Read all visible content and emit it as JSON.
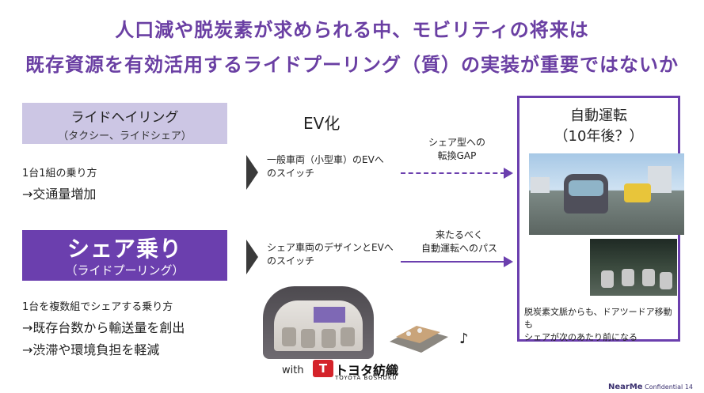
{
  "title": {
    "line1": "人口減や脱炭素が求められる中、モビリティの将来は",
    "line2": "既存資源を有効活用するライドプーリング（質）の実装が重要ではないか"
  },
  "left": {
    "box1": {
      "label": "ライドヘイリング",
      "sub": "（タクシー、ライドシェア）"
    },
    "note1": {
      "small": "1台1組の乗り方",
      "big": "→交通量増加"
    },
    "box2": {
      "label": "シェア乗り",
      "sub": "（ライドプーリング）"
    },
    "note2": {
      "small": "1台を複数組でシェアする乗り方",
      "line1": "→既存台数から輸送量を創出",
      "line2": "→渋滞や環境負担を軽減"
    }
  },
  "middle": {
    "heading": "EV化",
    "text1": {
      "line1": "一般車両（小型車）のEVへ",
      "line2": "のスイッチ"
    },
    "text2": {
      "line1": "シェア車両のデザインとEVへ",
      "line2": "のスイッチ"
    },
    "arrow1": {
      "line1": "シェア型への",
      "line2": "転換GAP"
    },
    "arrow2": {
      "line1": "来たるべく",
      "line2": "自動運転へのパス"
    },
    "with": "with",
    "partner": {
      "name": "トヨタ紡織",
      "sub": "TOYOTA BOSHOKU",
      "logo_char": "T"
    },
    "music_symbol": "♪"
  },
  "right": {
    "title1": "自動運転",
    "title2": "（10年後？）",
    "caption": {
      "line1": "脱炭素文脈からも、ドアツードア移動も",
      "line2": "シェアが次のあたり前になる"
    }
  },
  "footer": {
    "brand": "NearMe",
    "confidential": "Confidential",
    "page": "14"
  },
  "colors": {
    "accent": "#6b3fae",
    "accent_light": "#ccc6e4",
    "title": "#6a3fa3"
  }
}
